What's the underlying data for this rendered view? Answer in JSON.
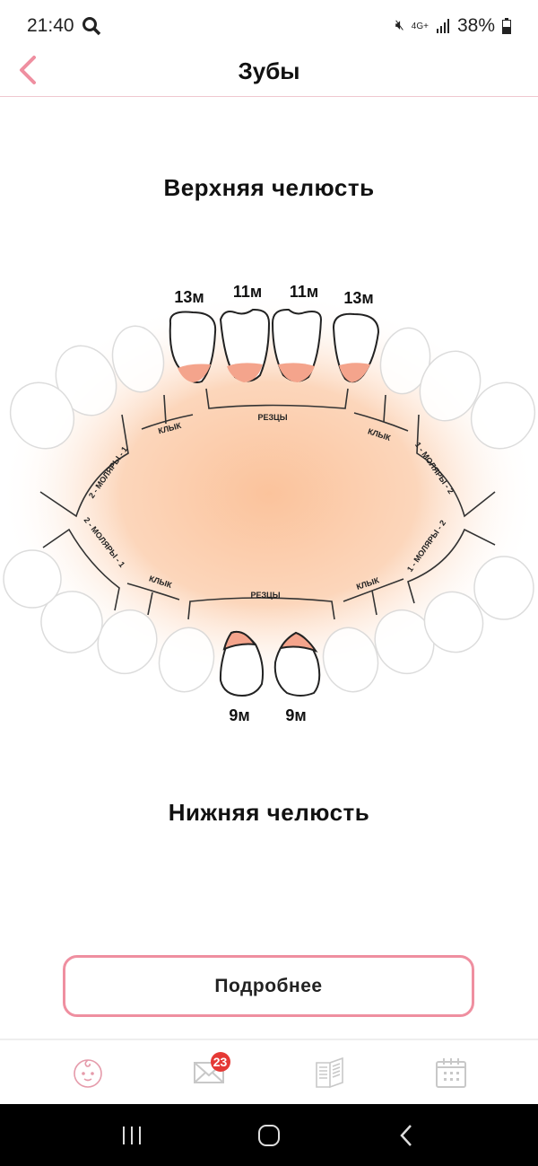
{
  "status_bar": {
    "time": "21:40",
    "battery": "38%",
    "network": "4G+"
  },
  "header": {
    "title": "Зубы"
  },
  "upper_jaw": {
    "title": "Верхняя челюсть",
    "teeth_ages": [
      "13м",
      "11м",
      "11м",
      "13м"
    ],
    "groups": {
      "incisors": "РЕЗЦЫ",
      "canine_left": "КЛЫК",
      "canine_right": "КЛЫК",
      "molars_left": "2 - МОЛЯРЫ - 1",
      "molars_right": "1 - МОЛЯРЫ - 2"
    }
  },
  "lower_jaw": {
    "title": "Нижняя челюсть",
    "teeth_ages": [
      "9м",
      "9м"
    ],
    "groups": {
      "incisors": "РЕЗЦЫ",
      "canine_left": "КЛЫК",
      "canine_right": "КЛЫК",
      "molars_left": "2 - МОЛЯРЫ - 1",
      "molars_right": "1 - МОЛЯРЫ - 2"
    }
  },
  "more_button": "Подробнее",
  "tabbar": {
    "messages_badge": "23"
  },
  "colors": {
    "accent": "#ef8fa0",
    "gum": "#f4a48c",
    "glow": "#fbc6a0"
  }
}
